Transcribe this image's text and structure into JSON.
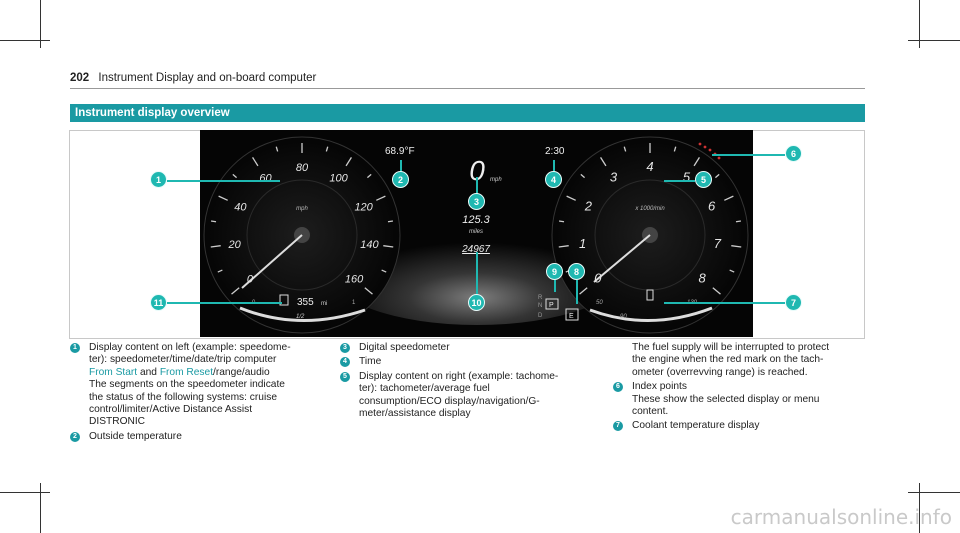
{
  "header": {
    "page_number": "202",
    "title": "Instrument Display and on-board computer"
  },
  "section": {
    "title": "Instrument display overview"
  },
  "cluster": {
    "speed_ticks": [
      "0",
      "20",
      "40",
      "60",
      "80",
      "100",
      "120",
      "140",
      "160"
    ],
    "speed_unit": "mph",
    "outside_temp": "68.9°F",
    "digital_speed": "0",
    "digital_speed_unit": "mph",
    "trip_value": "125.3",
    "trip_unit": "miles",
    "odometer": "24967",
    "time": "2:30",
    "rpm_ticks": [
      "0",
      "1",
      "2",
      "3",
      "4",
      "5",
      "6",
      "7",
      "8"
    ],
    "rpm_unit": "x 1000/min",
    "range": "355",
    "range_unit": "mi",
    "fuel_half": "1/2",
    "fuel_marks": [
      "0",
      "1"
    ],
    "gear_letters": [
      "R",
      "N",
      "D"
    ],
    "gear_current": "P",
    "eco_indicator": "E",
    "coolant_ticks": [
      "50",
      "90",
      "130"
    ]
  },
  "callouts": [
    "1",
    "2",
    "3",
    "4",
    "5",
    "6",
    "7",
    "8",
    "9",
    "10",
    "11"
  ],
  "col1": {
    "n1": "1",
    "line1a": "Display content on left (example: speedome-",
    "line1b": "ter): speedometer/time/date/trip computer",
    "link_from_start": "From Start",
    "and": "and",
    "link_from_reset": "From Reset",
    "line1c_tail": "/range/audio",
    "line1d": "The segments on the speedometer indicate",
    "line1e": "the status of the following systems: cruise",
    "line1f": "control/limiter/Active Distance Assist",
    "line1g": "DISTRONIC",
    "n2": "2",
    "line2": "Outside temperature"
  },
  "col2": {
    "n3": "3",
    "line3": "Digital speedometer",
    "n4": "4",
    "line4": "Time",
    "n5": "5",
    "line5a": "Display content on right (example: tachome-",
    "line5b": "ter): tachometer/average fuel",
    "line5c": "consumption/ECO display/navigation/G-",
    "line5d": "meter/assistance display"
  },
  "col3": {
    "line5e": "The fuel supply will be interrupted to protect",
    "line5f": "the engine when the red mark on the tach-",
    "line5g": "ometer (overrevving range) is reached.",
    "n6": "6",
    "line6a": "Index points",
    "line6b": "These show the selected display or menu",
    "line6c": "content.",
    "n7": "7",
    "line7": "Coolant temperature display"
  },
  "watermark": "carmanualsonline.info"
}
